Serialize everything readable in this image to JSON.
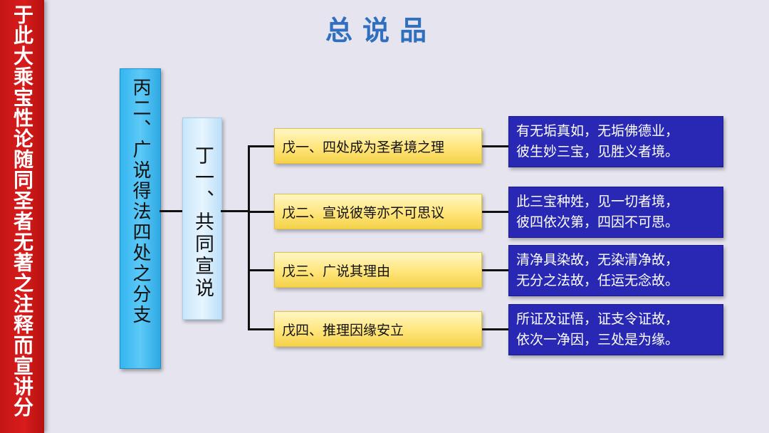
{
  "sidebar": {
    "text": "于此大乘宝性论随同圣者无著之注释而宣讲分四"
  },
  "title": "总说品",
  "level2": {
    "text": "丙二、广说得法四处之分支"
  },
  "level3": {
    "text": "丁一、共同宣说"
  },
  "branches": [
    {
      "label": "戊一、四处成为圣者境之理",
      "line1": "有无垢真如，无垢佛德业，",
      "line2": "彼生妙三宝，见胜义者境。"
    },
    {
      "label": "戊二、宣说彼等亦不可思议",
      "line1": "此三宝种姓，见一切者境，",
      "line2": "彼四依次第，四因不可思。"
    },
    {
      "label": "戊三、广说其理由",
      "line1": "清净具染故，无染清净故，",
      "line2": "无分之法故，任运无念故。"
    },
    {
      "label": "戊四、推理因缘安立",
      "line1": "所证及证悟，证支令证故，",
      "line2": "依次一净因，三处是为缘。"
    }
  ],
  "colors": {
    "sidebar": "#d81c1c",
    "title": "#2f6fbf",
    "level2": "#33b6ef",
    "level3": "#e7f5ff",
    "branch": "#ffe57a",
    "desc": "#2828b4"
  }
}
